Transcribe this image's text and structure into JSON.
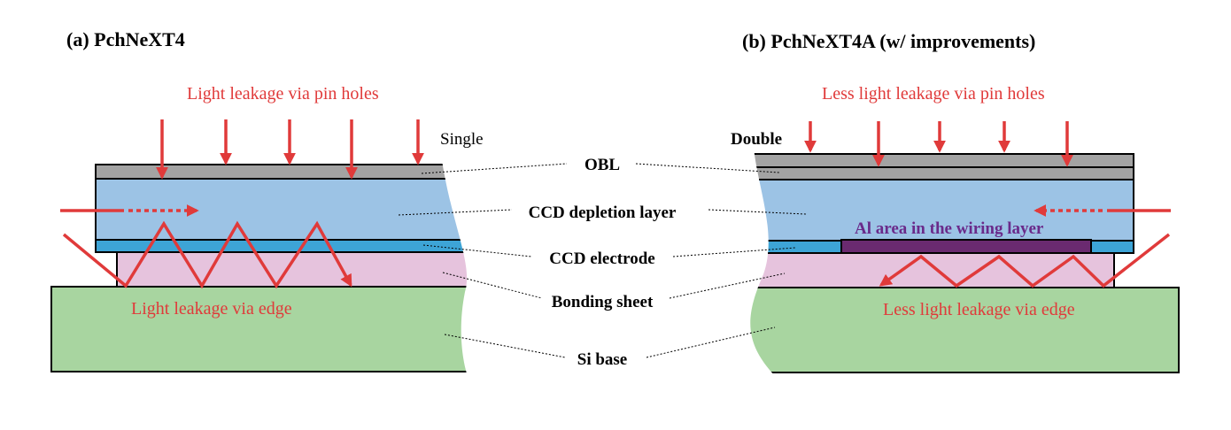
{
  "titles": {
    "left": "(a) PchNeXT4",
    "right": "(b) PchNeXT4A (w/ improvements)"
  },
  "left": {
    "pinhole_label": "Light leakage via pin holes",
    "obl_type": "Single",
    "edge_label": "Light leakage via edge"
  },
  "right": {
    "pinhole_label": "Less light leakage via pin holes",
    "obl_type": "Double",
    "al_label": "Al area in the wiring layer",
    "edge_label": "Less light leakage via edge"
  },
  "layers": {
    "obl": "OBL",
    "depletion": "CCD depletion layer",
    "electrode": "CCD electrode",
    "bonding": "Bonding sheet",
    "si_base": "Si base"
  },
  "colors": {
    "obl": "#a3a3a3",
    "depletion": "#9cc3e5",
    "electrode": "#3da4d6",
    "bonding": "#e6c3dd",
    "si_base": "#a8d5a0",
    "al_area": "#6a2a70",
    "arrow": "#e03a3a"
  }
}
